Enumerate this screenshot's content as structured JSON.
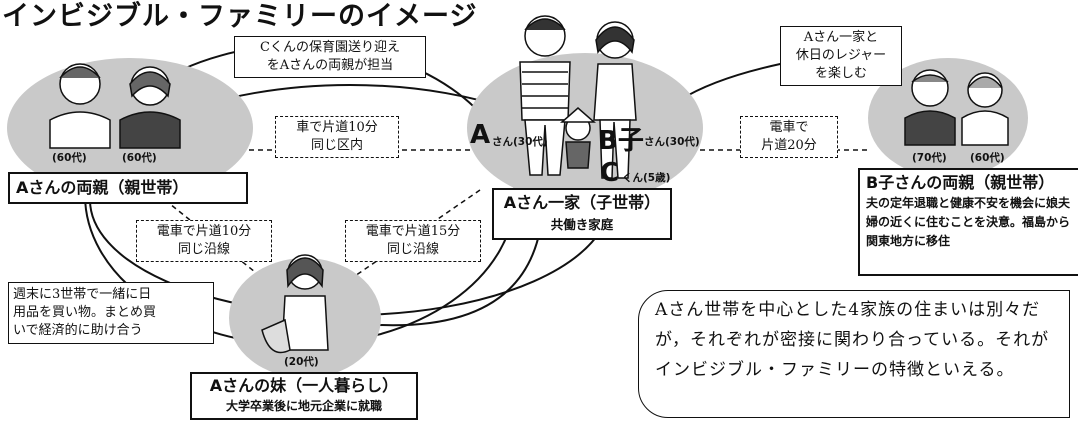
{
  "title": "インビジブル・ファミリーのイメージ",
  "families": {
    "a_parents": {
      "name": "Aさんの両親（親世帯）",
      "ages": [
        "(60代)",
        "(60代)"
      ]
    },
    "a_household": {
      "name": "Aさん一家（子世帯）",
      "desc": "共働き家庭",
      "a_label": "A",
      "a_suffix": "さん(30代)",
      "b_label": "B子",
      "b_suffix": "さん(30代)",
      "c_label": "C",
      "c_suffix": "くん(5歳)"
    },
    "b_parents": {
      "name": "B子さんの両親（親世帯）",
      "ages": [
        "(70代)",
        "(60代)"
      ],
      "desc": "夫の定年退職と健康不安を機会に娘夫婦の近くに住むことを決意。福島から関東地方に移住"
    },
    "sister": {
      "name": "Aさんの妹（一人暮らし）",
      "age": "(20代)",
      "desc": "大学卒業後に地元企業に就職"
    }
  },
  "notes": {
    "childcare": [
      "Cくんの保育園送り迎え",
      "をAさんの両親が担当"
    ],
    "car10": [
      "車で片道10分",
      "同じ区内"
    ],
    "train20": [
      "電車で",
      "片道20分"
    ],
    "leisure": [
      "Aさん一家と",
      "休日のレジャー",
      "を楽しむ"
    ],
    "train10": [
      "電車で片道10分",
      "同じ沿線"
    ],
    "train15": [
      "電車で片道15分",
      "同じ沿線"
    ],
    "shopping": [
      "週末に3世帯で一緒に日",
      "用品を買い物。まとめ買",
      "いで経済的に助け合う"
    ]
  },
  "summary": "Aさん世帯を中心とした4家族の住まいは別々だが，それぞれが密接に関わり合っている。それがインビジブル・ファミリーの特徴といえる。",
  "colors": {
    "ellipse": "#c9c9c9",
    "line": "#111111"
  }
}
